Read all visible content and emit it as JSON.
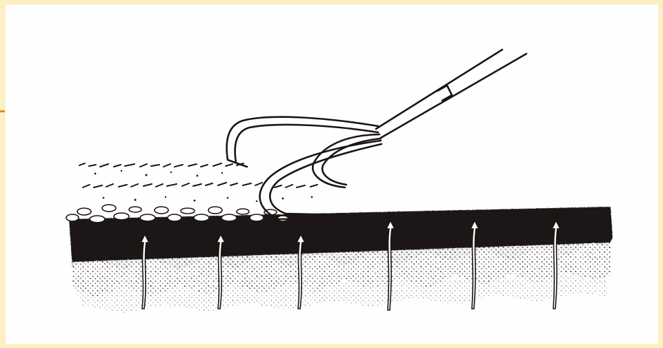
{
  "figure": {
    "subject": "illustration",
    "colors": {
      "ink": "#1a1512",
      "paper": "#fefefe",
      "border": "#fcefc4",
      "accent": "#d88a2a"
    },
    "arrow_count": 6,
    "tine_count": 3
  }
}
